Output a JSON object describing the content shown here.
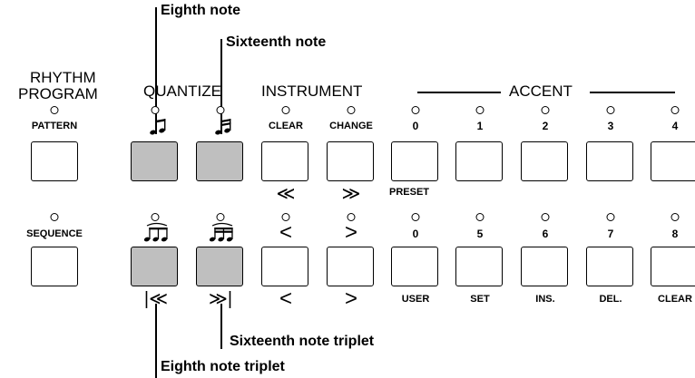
{
  "callouts": {
    "eighth_note": "Eighth note",
    "sixteenth_note": "Sixteenth note",
    "sixteenth_triplet": "Sixteenth note triplet",
    "eighth_triplet": "Eighth note triplet"
  },
  "sections": {
    "rhythm": "RHYTHM",
    "program": "PROGRAM",
    "quantize": "QUANTIZE",
    "instrument": "INSTRUMENT",
    "accent": "ACCENT"
  },
  "top_row": {
    "pattern": "PATTERN",
    "clear": "CLEAR",
    "change": "CHANGE",
    "numbers": [
      "0",
      "1",
      "2",
      "3",
      "4"
    ],
    "preset": "PRESET",
    "arrow_left_double": "≪",
    "arrow_right_double": "≫"
  },
  "bottom_row": {
    "sequence": "SEQUENCE",
    "lt": "<",
    "gt": ">",
    "numbers": [
      "0",
      "5",
      "6",
      "7",
      "8"
    ],
    "subs": [
      "USER",
      "SET",
      "INS.",
      "DEL.",
      "CLEAR"
    ],
    "skip_back": "|≪",
    "skip_fwd": "≫|",
    "lt_below": "<",
    "gt_below": ">"
  },
  "colors": {
    "active_button": "#bfbfbf",
    "line": "#000000"
  },
  "icons": [
    "eighth-note-icon",
    "sixteenth-note-icon",
    "eighth-triplet-icon",
    "sixteenth-triplet-icon"
  ]
}
